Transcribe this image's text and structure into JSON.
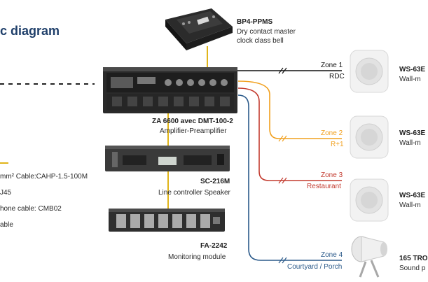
{
  "title": "c diagram",
  "colors": {
    "zone1": "#111111",
    "zone2": "#f1a01e",
    "zone3": "#c33b2f",
    "zone4": "#2b5a8a",
    "vertical": "#e0b51a"
  },
  "legend": [
    "mm² Cable:CAHP-1.5-100M",
    "J45",
    "hone cable: CMB02",
    "able"
  ],
  "devices": {
    "bp4": {
      "name": "BP4-PPMS",
      "desc1": "Dry contact master",
      "desc2": "clock class bell"
    },
    "za": {
      "name": "ZA 6600 avec DMT-100-2",
      "desc": "Amplifier-Preamplifier"
    },
    "sc": {
      "name": "SC-216M",
      "desc": "Line controller Speaker"
    },
    "fa": {
      "name": "FA-2242",
      "desc": "Monitoring module"
    }
  },
  "zones": [
    {
      "name": "Zone 1",
      "sub": "RDC"
    },
    {
      "name": "Zone 2",
      "sub": "R+1"
    },
    {
      "name": "Zone 3",
      "sub": "Restaurant"
    },
    {
      "name": "Zone 4",
      "sub": "Courtyard / Porch"
    }
  ],
  "speakers": [
    {
      "name": "WS-63E",
      "desc": "Wall-m"
    },
    {
      "name": "WS-63E",
      "desc": "Wall-m"
    },
    {
      "name": "WS-63E",
      "desc": "Wall-m"
    },
    {
      "name": "165 TRO",
      "desc": "Sound p"
    }
  ]
}
